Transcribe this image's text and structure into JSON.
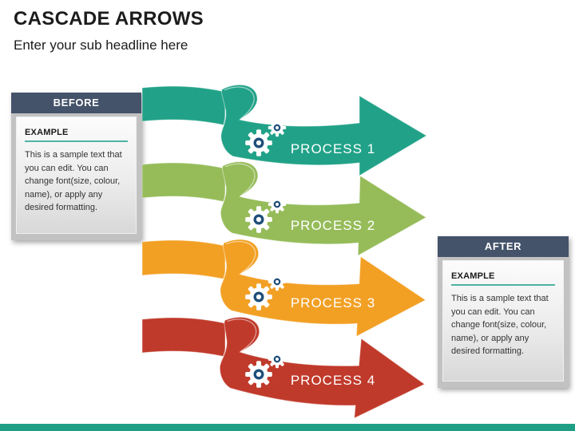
{
  "slide": {
    "title": "CASCADE ARROWS",
    "subtitle": "Enter your sub headline here",
    "background_color": "#FFFFFF",
    "footer_bar_color": "#1E9E85"
  },
  "panels": {
    "before": {
      "header": "BEFORE",
      "header_color": "#44536A",
      "section_title": "EXAMPLE",
      "underline_color": "#4FB3A1",
      "body_text": "This is a sample text that you can edit. You can change font(size, colour, name), or apply any desired formatting."
    },
    "after": {
      "header": "AFTER",
      "header_color": "#44536A",
      "section_title": "EXAMPLE",
      "underline_color": "#4FB3A1",
      "body_text": "This is a sample text that you can edit. You can change font(size, colour, name), or apply any desired formatting."
    }
  },
  "processes": [
    {
      "label": "PROCESS 1",
      "color": "#21A288"
    },
    {
      "label": "PROCESS 2",
      "color": "#96BC5A"
    },
    {
      "label": "PROCESS 3",
      "color": "#F2A024"
    },
    {
      "label": "PROCESS 4",
      "color": "#C03A2B"
    }
  ],
  "icons": {
    "gear": "gear-icon",
    "gear_fill_color": "#FFFFFF",
    "gear_ring_color": "#1F4E79"
  }
}
